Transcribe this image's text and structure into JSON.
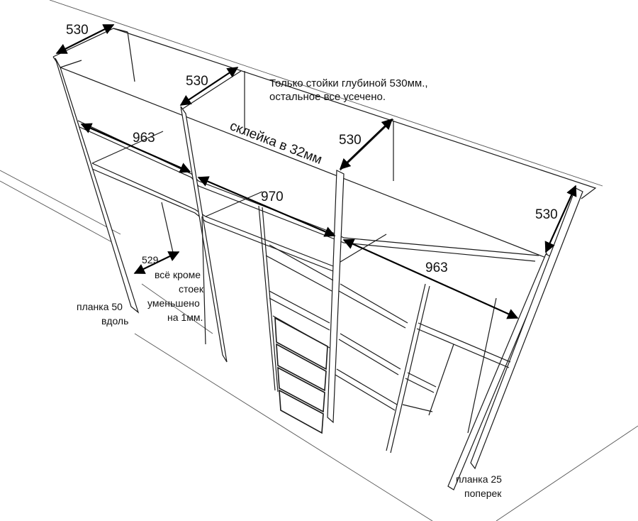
{
  "labels": {
    "depth_top_left": "530",
    "depth_top_mid": "530",
    "depth_mid_right": "530",
    "depth_right": "530",
    "width_left": "963",
    "width_mid": "970",
    "width_right": "963",
    "glue": "склейка в 32мм",
    "note_line1": "Только стойки глубиной 530мм.,",
    "note_line2": "остальное все усечено.",
    "inner_529": "529",
    "exc_line1": "всё кроме",
    "exc_line2": "стоек",
    "exc_line3": "уменьшено",
    "exc_line4": "на 1мм.",
    "plank50_line1": "планка 50",
    "plank50_line2": "вдоль",
    "plank25_line1": "планка 25",
    "plank25_line2": "поперек"
  }
}
